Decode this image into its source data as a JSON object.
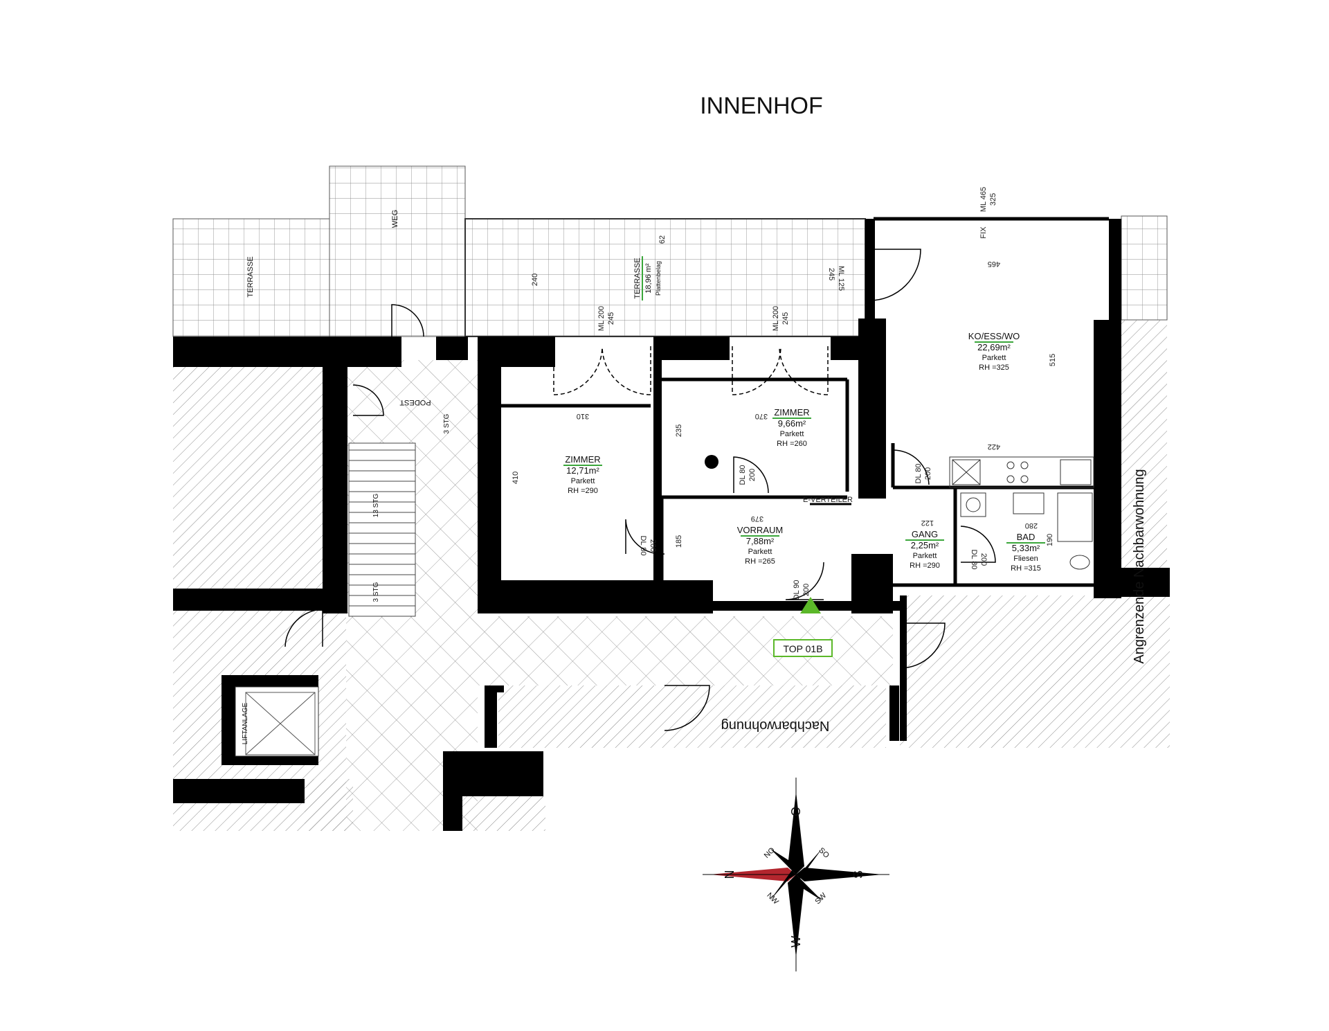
{
  "title": "INNENHOF",
  "terraces": {
    "terrace_left": "TERRASSE",
    "weg": "WEG",
    "terrace_main": "TERRASSE",
    "terrace_main_area": "18,96 m²",
    "terrace_main_floor": "Plattenbelag"
  },
  "rooms": {
    "koessw": {
      "name": "KO/ESS/WO",
      "area": "22,69m²",
      "floor": "Parkett",
      "rh": "RH =325"
    },
    "zimmer1": {
      "name": "ZIMMER",
      "area": "12,71m²",
      "floor": "Parkett",
      "rh": "RH =290"
    },
    "zimmer2": {
      "name": "ZIMMER",
      "area": "9,66m²",
      "floor": "Parkett",
      "rh": "RH =260"
    },
    "vorraum": {
      "name": "VORRAUM",
      "area": "7,88m²",
      "floor": "Parkett",
      "rh": "RH =265"
    },
    "gang": {
      "name": "GANG",
      "area": "2,25m²",
      "floor": "Parkett",
      "rh": "RH =290"
    },
    "bad": {
      "name": "BAD",
      "area": "5,33m²",
      "floor": "Fliesen",
      "rh": "RH =315"
    }
  },
  "dimensions": {
    "d310": "310",
    "d370": "370",
    "d379": "379",
    "d410": "410",
    "d235": "235",
    "d185": "185",
    "d122": "122",
    "d422": "422",
    "d465": "465",
    "d515": "515",
    "d190": "190",
    "d280": "280",
    "d240": "240",
    "d62": "62"
  },
  "openings": {
    "ml465": "ML 465",
    "ml325": "325",
    "fix": "FIX",
    "ml125": "ML 125",
    "ml125b": "245",
    "ml200a": "ML 200",
    "ml200a_b": "245",
    "ml200b": "ML 200",
    "ml200b_b": "245",
    "dl80a": "DL 80",
    "dl80a_b": "200",
    "dl80b": "DL 80",
    "dl80b_b": "200",
    "dl80c": "DL 80",
    "dl80c_b": "200",
    "dl80d": "DL 80",
    "dl80d_b": "200",
    "dl90": "DL 90",
    "dl90_b": "200"
  },
  "stairs": {
    "podest": "PODEST",
    "stg3a": "3 STG",
    "stg13": "13 STG",
    "stg3b": "3 STG"
  },
  "misc": {
    "verteiler": "E-VERTEILER",
    "liftanlage": "LIFTANLAGE",
    "top": "TOP 01B",
    "nachbarwohnung": "Nachbarwohnung",
    "angrenzende": "Angrenzende Nachbarwohnung"
  },
  "compass": {
    "n": "N",
    "s": "S",
    "o": "O",
    "w": "W",
    "no": "NO",
    "so": "SO",
    "sw": "SW",
    "nw": "NW"
  },
  "colors": {
    "wall": "#000000",
    "room_underline": "#3aa63a",
    "top_marker": "#5bb829",
    "north": "#b3262e"
  }
}
